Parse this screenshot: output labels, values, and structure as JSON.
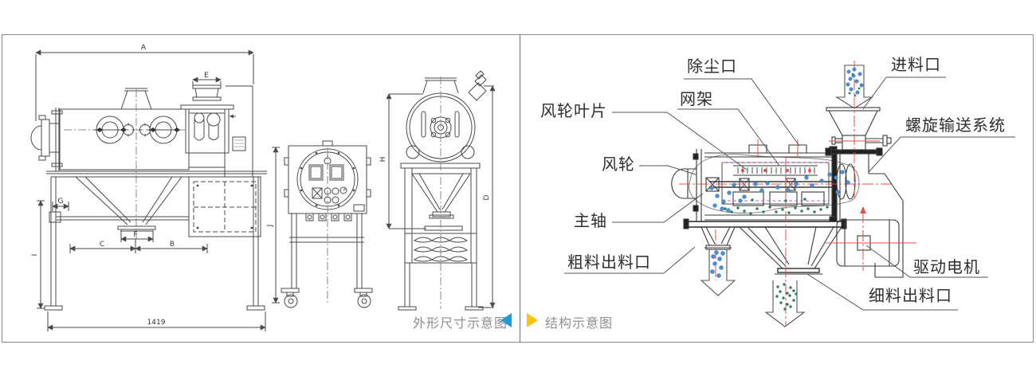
{
  "captions": {
    "left": "外形尺寸示意图",
    "right": "结构示意图"
  },
  "dimension_labels": {
    "A": "A",
    "B": "B",
    "C": "C",
    "D": "D",
    "E": "E",
    "F": "F",
    "G": "G",
    "H": "H",
    "I": "I",
    "J": "J",
    "total_width": "1419"
  },
  "structure_labels": {
    "dust_port": "除尘口",
    "screen_frame": "网架",
    "impeller_blade": "风轮叶片",
    "impeller": "风轮",
    "main_shaft": "主轴",
    "coarse_outlet": "粗料出料口",
    "feed_inlet": "进料口",
    "screw_conveyor": "螺旋输送系统",
    "drive_motor": "驱动电机",
    "fine_outlet": "细料出料口"
  },
  "colors": {
    "centerline_red": "#e34f4f",
    "particle_blue": "#4e90d4",
    "particle_green": "#2e7d5a",
    "screen_dash_magenta": "#c65fc6",
    "caption_text_gray": "#8f8f8f",
    "triangle_blue": "#1e9cd7",
    "triangle_yellow": "#ffc20e",
    "line_color": "#3c3c3c"
  }
}
